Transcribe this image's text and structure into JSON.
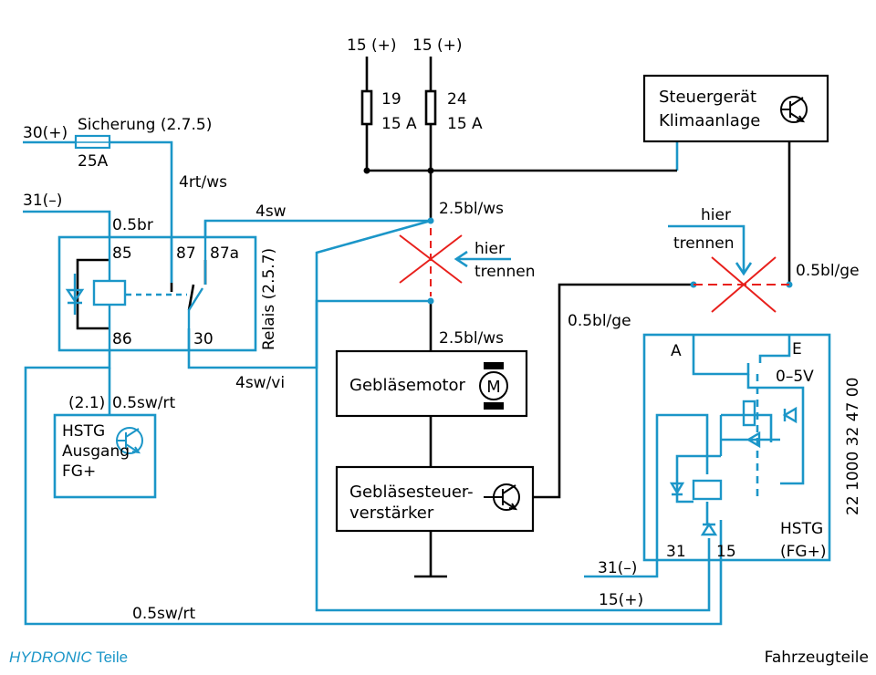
{
  "colors": {
    "wire": "#1b96c8",
    "black": "#000000",
    "cut": "#e8201c",
    "brand": "#1b96c8"
  },
  "supply": {
    "left": "15 (+)",
    "right": "15 (+)"
  },
  "fuse_19": {
    "number": "19",
    "rating": "15 A"
  },
  "fuse_24": {
    "number": "24",
    "rating": "15 A"
  },
  "climate_ecu": {
    "line1": "Steuergerät",
    "line2": "Klimaanlage",
    "icon": "transistor-icon"
  },
  "main_fuse": {
    "label": "Sicherung (2.7.5)",
    "rating": "25A"
  },
  "terminals": {
    "t30": "30(+)",
    "t31": "31(–)",
    "t85": "85",
    "t86": "86",
    "t87": "87",
    "t87a": "87a",
    "t30_relay": "30",
    "hstg_31": "31",
    "hstg_15": "15",
    "hstg_a": "A",
    "hstg_e": "E",
    "ext_31": "31(–)",
    "ext_15": "15(+)"
  },
  "relay": {
    "label": "Relais (2.5.7)"
  },
  "wires": {
    "w4rtws": "4rt/ws",
    "w4sw": "4sw",
    "w05br": "0.5br",
    "w25blws_top": "2.5bl/ws",
    "w25blws_bottom": "2.5bl/ws",
    "w4swvi": "4sw/vi",
    "w05blge_left": "0.5bl/ge",
    "w05blge_right": "0.5bl/ge",
    "w05swrt_top": "0.5sw/rt",
    "w05swrt_bottom": "0.5sw/rt",
    "v_range": "0–5V"
  },
  "ref_21": "(2.1)",
  "hstg_out": {
    "line1": "HSTG",
    "line2": "Ausgang",
    "line3": "FG+",
    "icon": "transistor-icon"
  },
  "cut_left": {
    "line1": "hier",
    "line2": "trennen"
  },
  "cut_right": {
    "line1": "hier",
    "line2": "trennen"
  },
  "motor": {
    "label": "Gebläsemotor",
    "symbol": "M"
  },
  "amplifier": {
    "line1": "Gebläsesteuer-",
    "line2": "verstärker",
    "icon": "transistor-icon"
  },
  "hstg_module": {
    "line1": "HSTG",
    "line2": "(FG+)"
  },
  "part_number": "22 1000 32 47 00",
  "footer": {
    "brand_italic": "HYDRONIC",
    "brand_rest": " Teile",
    "right": "Fahrzeugteile"
  }
}
